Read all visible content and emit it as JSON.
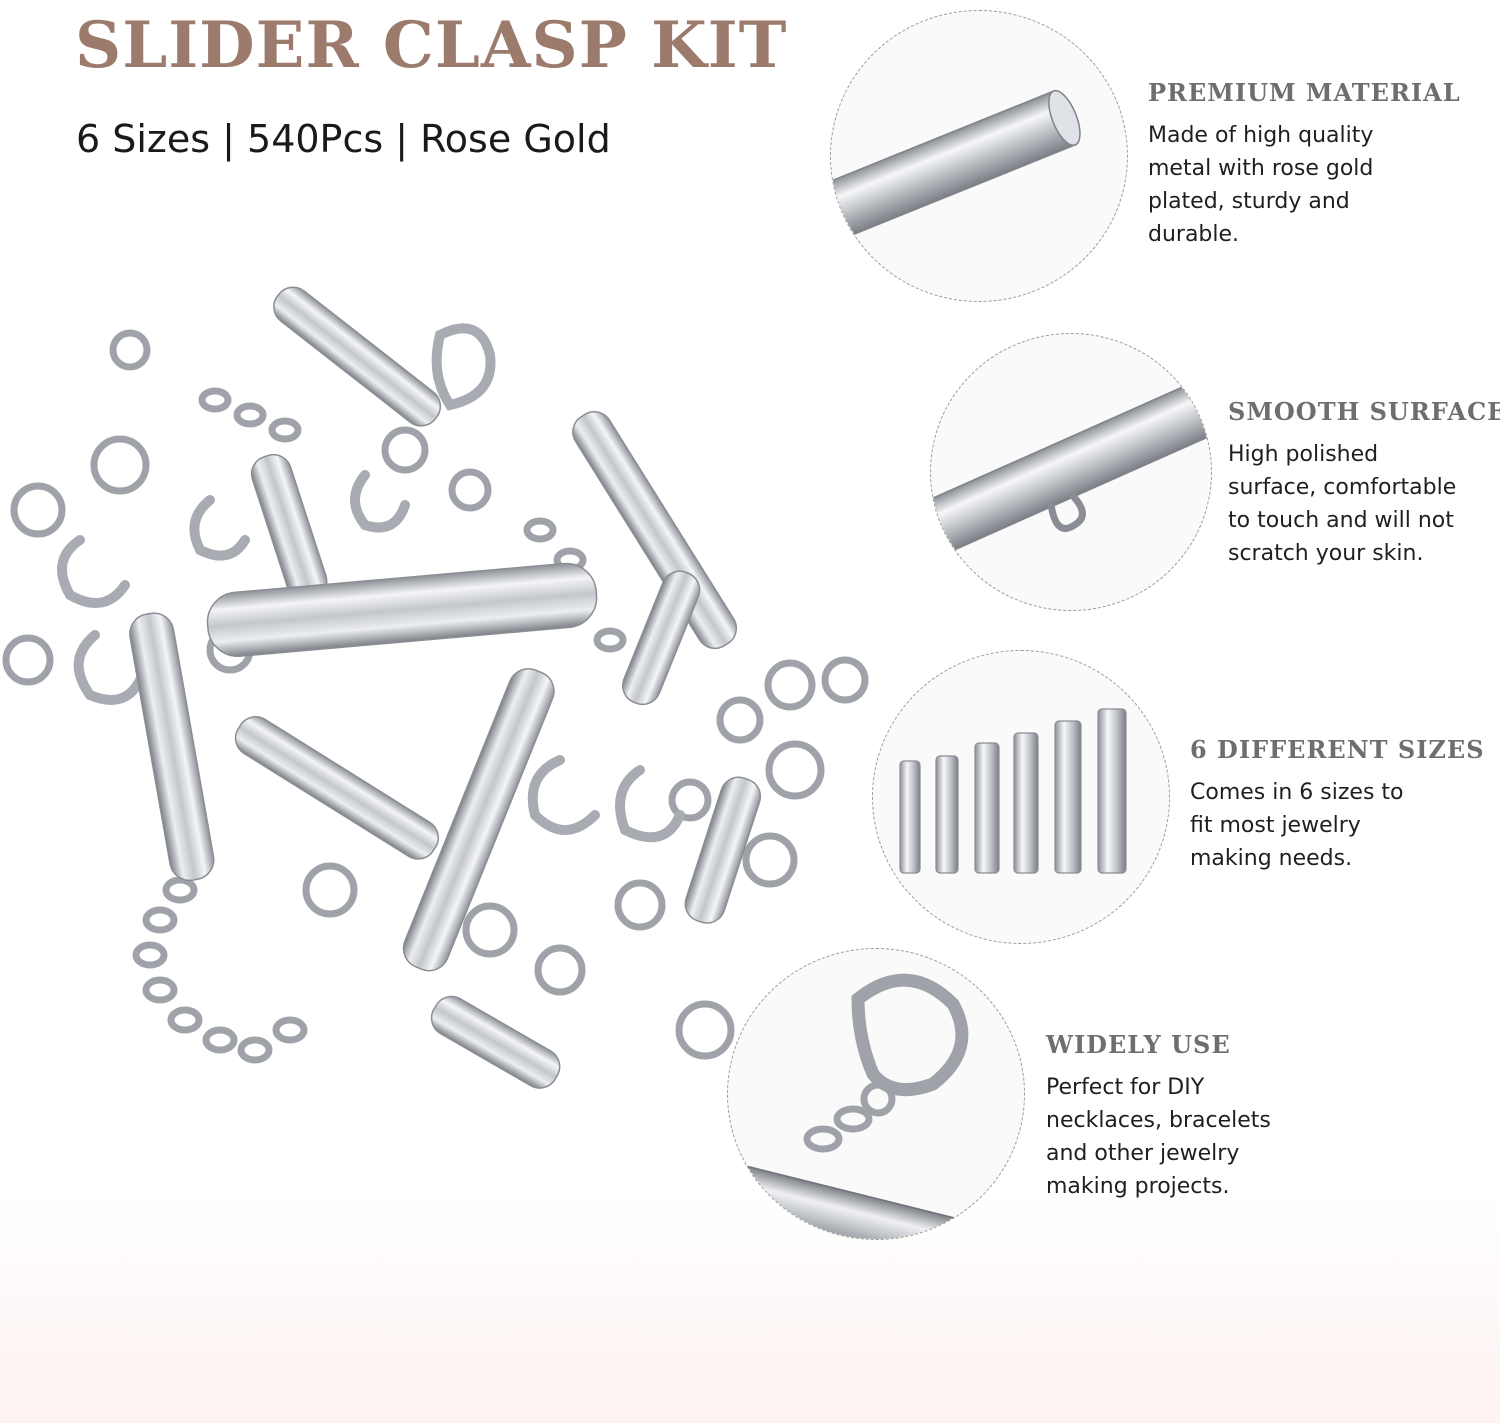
{
  "header": {
    "title": "SLIDER CLASP KIT",
    "subtitle": "6 Sizes | 540Pcs | Rose Gold"
  },
  "features": [
    {
      "title": "PREMIUM MATERIAL",
      "lines": [
        "Made of high quality",
        "metal with rose gold",
        "plated, sturdy and",
        "durable."
      ],
      "icon": "tube-end-icon"
    },
    {
      "title": "SMOOTH SURFACE",
      "lines": [
        "High polished",
        "surface, comfortable",
        "to touch and will not",
        "scratch your skin."
      ],
      "icon": "tube-loop-icon"
    },
    {
      "title": "6 DIFFERENT SIZES",
      "lines": [
        "Comes in 6 sizes to",
        "fit most jewelry",
        "making needs."
      ],
      "icon": "six-tubes-icon"
    },
    {
      "title": "WIDELY USE",
      "lines": [
        "Perfect for DIY",
        "necklaces, bracelets",
        "and other jewelry",
        "making projects."
      ],
      "icon": "lobster-clasp-icon"
    }
  ],
  "colors": {
    "title": "#9c7b6c",
    "feature_heading": "#6e6e6e",
    "body_text": "#1f1f1f",
    "metal": "#c9ccd0"
  }
}
